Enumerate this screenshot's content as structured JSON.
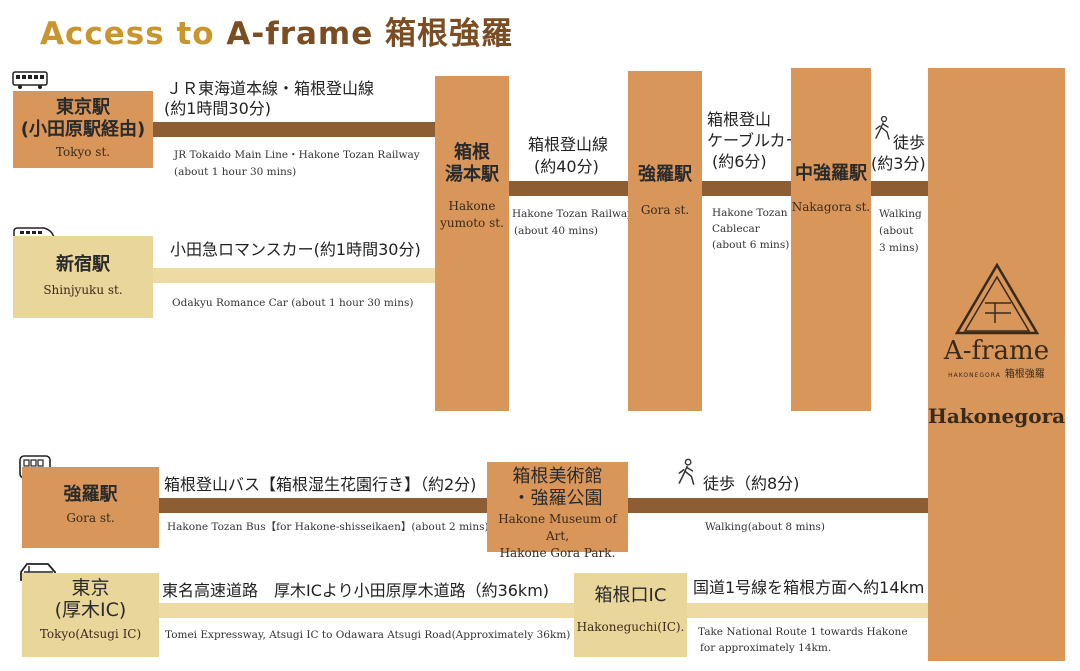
{
  "title": {
    "prefix": "Access to ",
    "main": "A-frame 箱根強羅"
  },
  "rows": {
    "tokyo": {
      "station_jp": "東京駅",
      "station_jp2": "(小田原駅経由)",
      "station_en": "Tokyo st.",
      "route_jp1": "ＪＲ東海道本線・箱根登山線",
      "route_jp2": "(約1時間30分)",
      "route_en1": "JR Tokaido Main Line・Hakone Tozan Railway",
      "route_en2": "(about 1 hour 30 mins)"
    },
    "shinjuku": {
      "station_jp": "新宿駅",
      "station_en": "Shinjyuku st.",
      "route_jp": "小田急ロマンスカー(約1時間30分)",
      "route_en": "Odakyu Romance Car (about 1 hour 30 mins)"
    },
    "yumoto": {
      "station_jp1": "箱根",
      "station_jp2": "湯本駅",
      "station_en1": "Hakone",
      "station_en2": "yumoto st.",
      "route_jp1": "箱根登山線",
      "route_jp2": "(約40分)",
      "route_en1": "Hakone Tozan Railway",
      "route_en2": "(about 40 mins)"
    },
    "gora": {
      "station_jp": "強羅駅",
      "station_en": "Gora st.",
      "route_jp1": "箱根登山",
      "route_jp2": "ケーブルカー",
      "route_jp3": "(約6分)",
      "route_en1": "Hakone Tozan",
      "route_en2": "Cablecar",
      "route_en3": "(about 6 mins)"
    },
    "nakagora": {
      "station_jp": "中強羅駅",
      "station_en": "Nakagora st.",
      "route_jp1": "徒歩",
      "route_jp2": "(約3分)",
      "route_en1": "Walking",
      "route_en2": "(about",
      "route_en3": "3 mins)"
    },
    "bus": {
      "station_jp": "強羅駅",
      "station_en": "Gora st.",
      "route_jp": "箱根登山バス【箱根湿生花園行き】（約2分)",
      "route_en": "Hakone Tozan Bus【for Hakone-shisseikaen】(about 2 mins)",
      "stop_jp1": "箱根美術館",
      "stop_jp2": "・強羅公園",
      "stop_en1": "Hakone Museum of Art,",
      "stop_en2": "Hakone Gora Park.",
      "walk_jp": "徒歩（約8分)",
      "walk_en": "Walking(about 8 mins)"
    },
    "car": {
      "station_jp1": "東京",
      "station_jp2": "(厚木IC)",
      "station_en": "Tokyo(Atsugi IC)",
      "route_jp": "東名高速道路　厚木ICより小田原厚木道路（約36km)",
      "route_en": "Tomei Expressway, Atsugi IC to Odawara Atsugi Road(Approximately 36km)",
      "ic_jp": "箱根口IC",
      "ic_en": "Hakoneguchi(IC).",
      "final_jp": "国道1号線を箱根方面へ約14km",
      "final_en1": "Take National Route 1 towards Hakone",
      "final_en2": "for approximately 14km."
    }
  },
  "destination": {
    "logo_name": "A-frame",
    "logo_sub_en": "HAKONEGORA",
    "logo_sub_jp": "箱根強羅",
    "place": "Hakonegora"
  },
  "icons": [
    "train-icon",
    "shinkansen-icon",
    "walking-icon",
    "bus-icon",
    "car-icon",
    "a-frame-logo-icon"
  ],
  "colors": {
    "dark_box": "#d9965b",
    "light_box": "#e9d69a",
    "dark_line": "#8d5e33",
    "light_line": "#eddba3",
    "title_gold": "#c9952f",
    "title_brown": "#7a4d22"
  }
}
